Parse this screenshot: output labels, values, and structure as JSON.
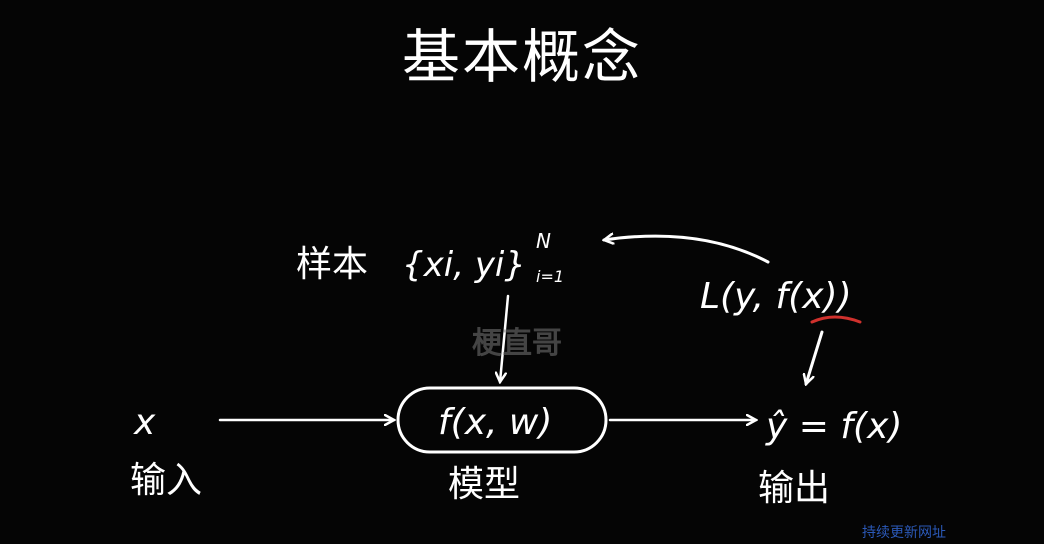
{
  "title": "基本概念",
  "diagram": {
    "sample_label": "样本",
    "sample_set": "{xi, yi}",
    "sample_range_top": "N",
    "sample_range_bottom": "i=1",
    "loss": "L(y, f(x))",
    "input_symbol": "x",
    "input_label": "输入",
    "model_formula": "f(x, w)",
    "model_label": "模型",
    "output_formula": "ŷ = f(x)",
    "output_label": "输出",
    "highlight_color": "#d0312d"
  },
  "watermark": "梗直哥",
  "footer": "持续更新网址"
}
